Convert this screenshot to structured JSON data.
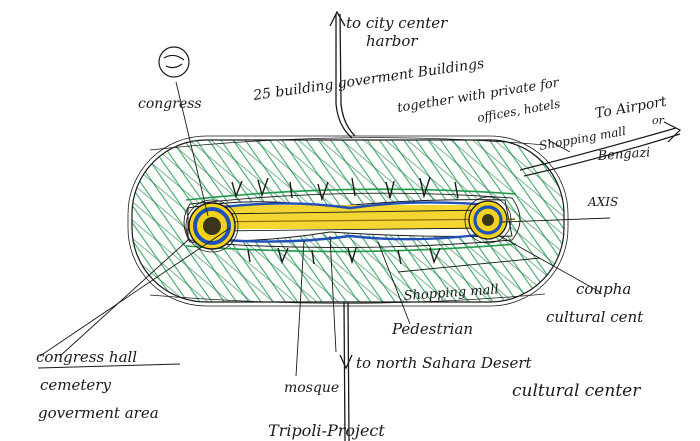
{
  "labels": {
    "city_center": "to city center",
    "harbor": "harbor",
    "buildings_line1": "25 building goverment Buildings",
    "buildings_line2": "together with private for",
    "buildings_line3": "offices, hotels",
    "congress": "congress",
    "airport_line1": "To Airport",
    "airport_or": "or",
    "airport_line2": "Bengazi",
    "shopping_upper": "Shopping mall",
    "axis": "AXIS",
    "shopping_lower": "Shopping mall",
    "coupha_line1": "coupha",
    "coupha_line2": "cultural cent",
    "pedestrian": "Pedestrian",
    "congress_hall": "congress hall",
    "cemetery": "cemetery",
    "government_area": "goverment area",
    "sahara": "to north Sahara Desert",
    "mosque": "mosque",
    "cultural_center": "cultural center",
    "title": "Tripoli-Project"
  },
  "colors": {
    "ink": "#1a1a1a",
    "green": "#1f9a4a",
    "yellow": "#f2d21b",
    "blue": "#1f4fb8"
  }
}
